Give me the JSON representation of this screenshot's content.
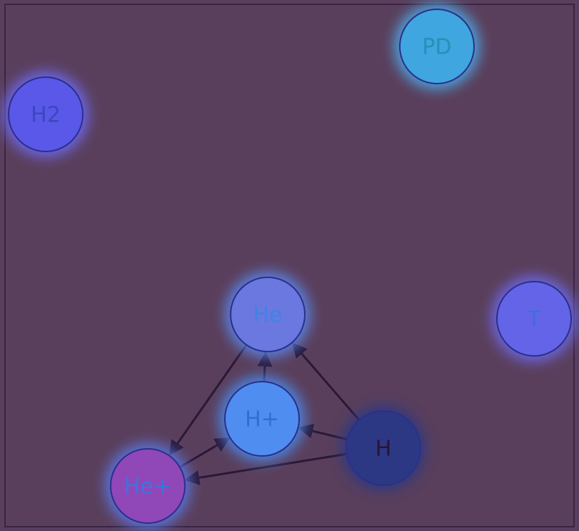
{
  "colors": {
    "background": "#5a3f5c",
    "frame": "#3a2444",
    "edge": "#2a1838",
    "node_stroke": "#2b2f8a"
  },
  "nodes": [
    {
      "id": "H2",
      "label": "H2",
      "fill": "#5a58e8",
      "glow": "#6f6cff",
      "text": "#3a48c0"
    },
    {
      "id": "PD",
      "label": "PD",
      "fill": "#3fa6df",
      "glow": "#4bb2f3",
      "text": "#2690b8"
    },
    {
      "id": "He",
      "label": "He",
      "fill": "#6a78e0",
      "glow": "#5a8cf7",
      "text": "#3e84e6"
    },
    {
      "id": "T",
      "label": "T",
      "fill": "#6464e8",
      "glow": "#6e6cf5",
      "text": "#3a6fd8"
    },
    {
      "id": "Hp",
      "label": "H+",
      "fill": "#4f8ef0",
      "glow": "#4a90f7",
      "text": "#2f6fd2"
    },
    {
      "id": "H",
      "label": "H",
      "fill": "#2c3884",
      "glow": "#2c3884",
      "text": "#2b1236"
    },
    {
      "id": "Hep",
      "label": "He+",
      "fill": "#9048b8",
      "glow": "#5a7cf0",
      "text": "#3a74e0"
    }
  ],
  "edges": [
    {
      "from": "He",
      "to": "Hep"
    },
    {
      "from": "Hp",
      "to": "He"
    },
    {
      "from": "H",
      "to": "He"
    },
    {
      "from": "H",
      "to": "Hp"
    },
    {
      "from": "Hep",
      "to": "Hp"
    },
    {
      "from": "H",
      "to": "Hep"
    }
  ]
}
